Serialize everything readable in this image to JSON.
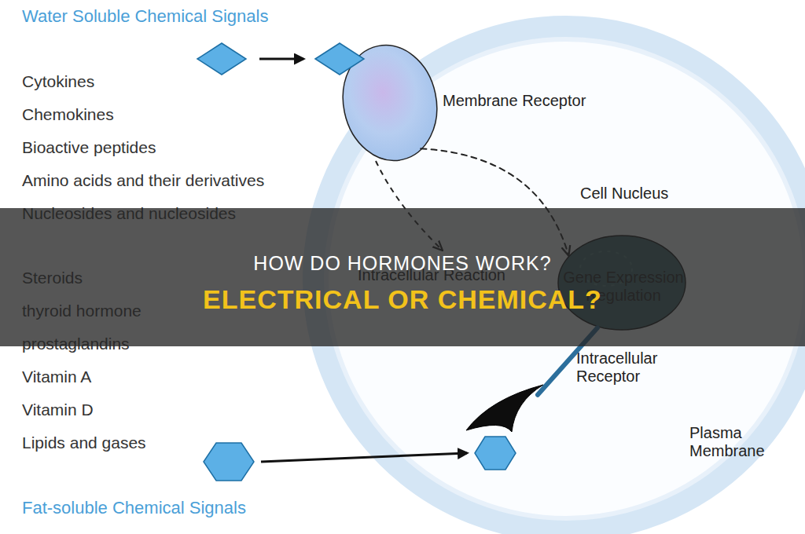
{
  "diagram": {
    "title": "HOW DO HORMONES WORK?",
    "nodes": [
      {
        "text": [
          "Plasma Membrane"
        ]
      },
      {
        "text": [
          "Membrane Receptor"
        ],
        "in": 0
      },
      {
        "text": [
          "Cell Nucleus",
          "Gene Expression Regulation"
        ],
        "in": 0
      },
      {
        "text": [
          "Intracellular Receptor"
        ],
        "in": 0
      }
    ],
    "edges": [
      {
        "from": 1,
        "to": 2,
        "arrow": "to"
      },
      {
        "from": 3,
        "to": 2,
        "arrow": "none"
      }
    ],
    "labels": [
      "Water Soluble Chemical Signals",
      "Cytokines",
      "Chemokines",
      "Bioactive peptides",
      "Amino acids and their derivatives",
      "Nucleosides and nucleosides",
      "Steroids",
      "thyroid hormone",
      "prostaglandins",
      "Vitamin A",
      "Vitamin D",
      "Lipids and gases",
      "Fat-soluble Chemical Signals",
      "Intracellular Reaction",
      "ELECTRICAL OR CHEMICAL?"
    ]
  }
}
